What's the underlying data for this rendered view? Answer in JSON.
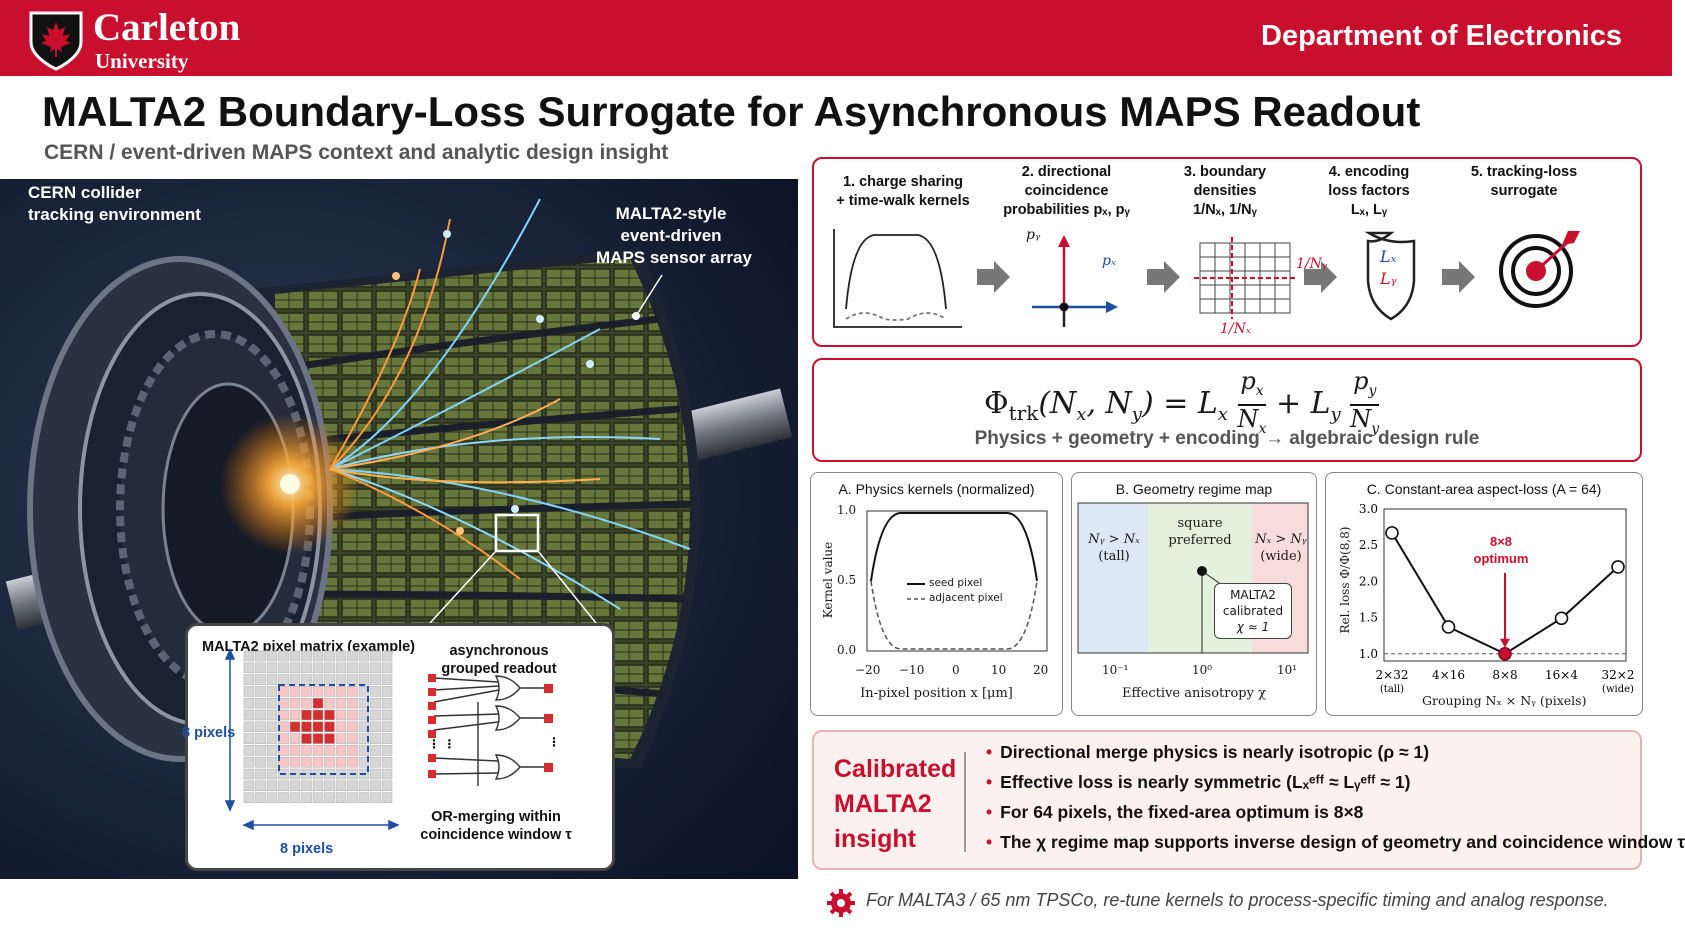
{
  "header": {
    "university": "Carleton",
    "university_sub": "University",
    "department": "Department of Electronics"
  },
  "title": "MALTA2 Boundary-Loss Surrogate for Asynchronous MAPS Readout",
  "subtitle": "CERN / event-driven MAPS context and analytic design insight",
  "photo": {
    "label_collider": "CERN collider\ntracking environment",
    "label_sensor": "MALTA2-style\nevent-driven\nMAPS sensor array",
    "inset": {
      "matrix_title": "MALTA2 pixel matrix (example)",
      "readout_title": "asynchronous\ngrouped readout",
      "rows_label": "8 pixels",
      "cols_label": "8 pixels",
      "or_label": "OR-merging within\ncoincidence window τ"
    }
  },
  "pipeline": {
    "steps": [
      {
        "label": "1. charge sharing\n+ time-walk kernels"
      },
      {
        "label": "2. directional\ncoincidence\nprobabilities pₓ, pᵧ"
      },
      {
        "label": "3. boundary\ndensities\n1/Nₓ, 1/Nᵧ"
      },
      {
        "label": "4. encoding\nloss factors\nLₓ, Lᵧ"
      },
      {
        "label": "5. tracking-loss\nsurrogate"
      }
    ],
    "icon_labels": {
      "py": "pᵧ",
      "px": "pₓ",
      "inv_ny": "1/Nᵧ",
      "inv_nx": "1/Nₓ",
      "lx": "Lₓ",
      "ly": "Lᵧ"
    }
  },
  "equation": {
    "caption": "Physics + geometry + encoding → algebraic design rule"
  },
  "panels": {
    "a": {
      "title": "A. Physics kernels (normalized)",
      "ylabel": "Kernel value",
      "xlabel": "In-pixel position x [μm]",
      "legend": [
        "seed pixel",
        "adjacent pixel"
      ],
      "xticks": [
        "−20",
        "−10",
        "0",
        "10",
        "20"
      ],
      "yticks": [
        "0.0",
        "0.5",
        "1.0"
      ]
    },
    "b": {
      "title": "B. Geometry regime map",
      "xlabel": "Effective anisotropy χ",
      "region_left": [
        "Nᵧ > Nₓ",
        "(tall)"
      ],
      "region_mid": [
        "square",
        "preferred"
      ],
      "region_right": [
        "Nₓ > Nᵧ",
        "(wide)"
      ],
      "callout": [
        "MALTA2",
        "calibrated",
        "χ ≈ 1"
      ],
      "xticks": [
        "10⁻¹",
        "10⁰",
        "10¹"
      ]
    },
    "c": {
      "title": "C. Constant-area aspect-loss (A = 64)",
      "ylabel": "Rel. loss Φ/Φ(8,8)",
      "xlabel": "Grouping Nₓ × Nᵧ (pixels)",
      "annotation": [
        "8×8",
        "optimum"
      ],
      "xticks": [
        "2×32",
        "4×16",
        "8×8",
        "16×4",
        "32×2"
      ],
      "xsub": [
        "(tall)",
        "",
        "",
        "",
        "(wide)"
      ],
      "yticks": [
        "1.0",
        "1.5",
        "2.0",
        "2.5",
        "3.0"
      ]
    }
  },
  "chart_data": {
    "type": "line",
    "title": "C. Constant-area aspect-loss (A = 64)",
    "xlabel": "Grouping Nx × Ny (pixels)",
    "ylabel": "Rel. loss Φ/Φ(8,8)",
    "categories": [
      "2×32",
      "4×16",
      "8×8",
      "16×4",
      "32×2"
    ],
    "values": [
      2.67,
      1.37,
      1.0,
      1.49,
      2.2
    ],
    "ylim": [
      0.9,
      3.0
    ]
  },
  "insight": {
    "heading": [
      "Calibrated",
      "MALTA2",
      "insight"
    ],
    "bullets": [
      "Directional merge physics is nearly isotropic (ρ ≈ 1)",
      "Effective loss is nearly symmetric (Lₓᵉᶠᶠ ≈ Lᵧᵉᶠᶠ ≈ 1)",
      "For 64 pixels, the fixed-area optimum is 8×8",
      "The χ regime map supports inverse design of geometry and coincidence window τ"
    ]
  },
  "footnote": "For MALTA3 / 65 nm TPSCo, re-tune kernels to process-specific timing and analog response.",
  "colors": {
    "accent": "#c8102e",
    "dark": "#0e1a2b",
    "blue": "#1f4ea3"
  }
}
